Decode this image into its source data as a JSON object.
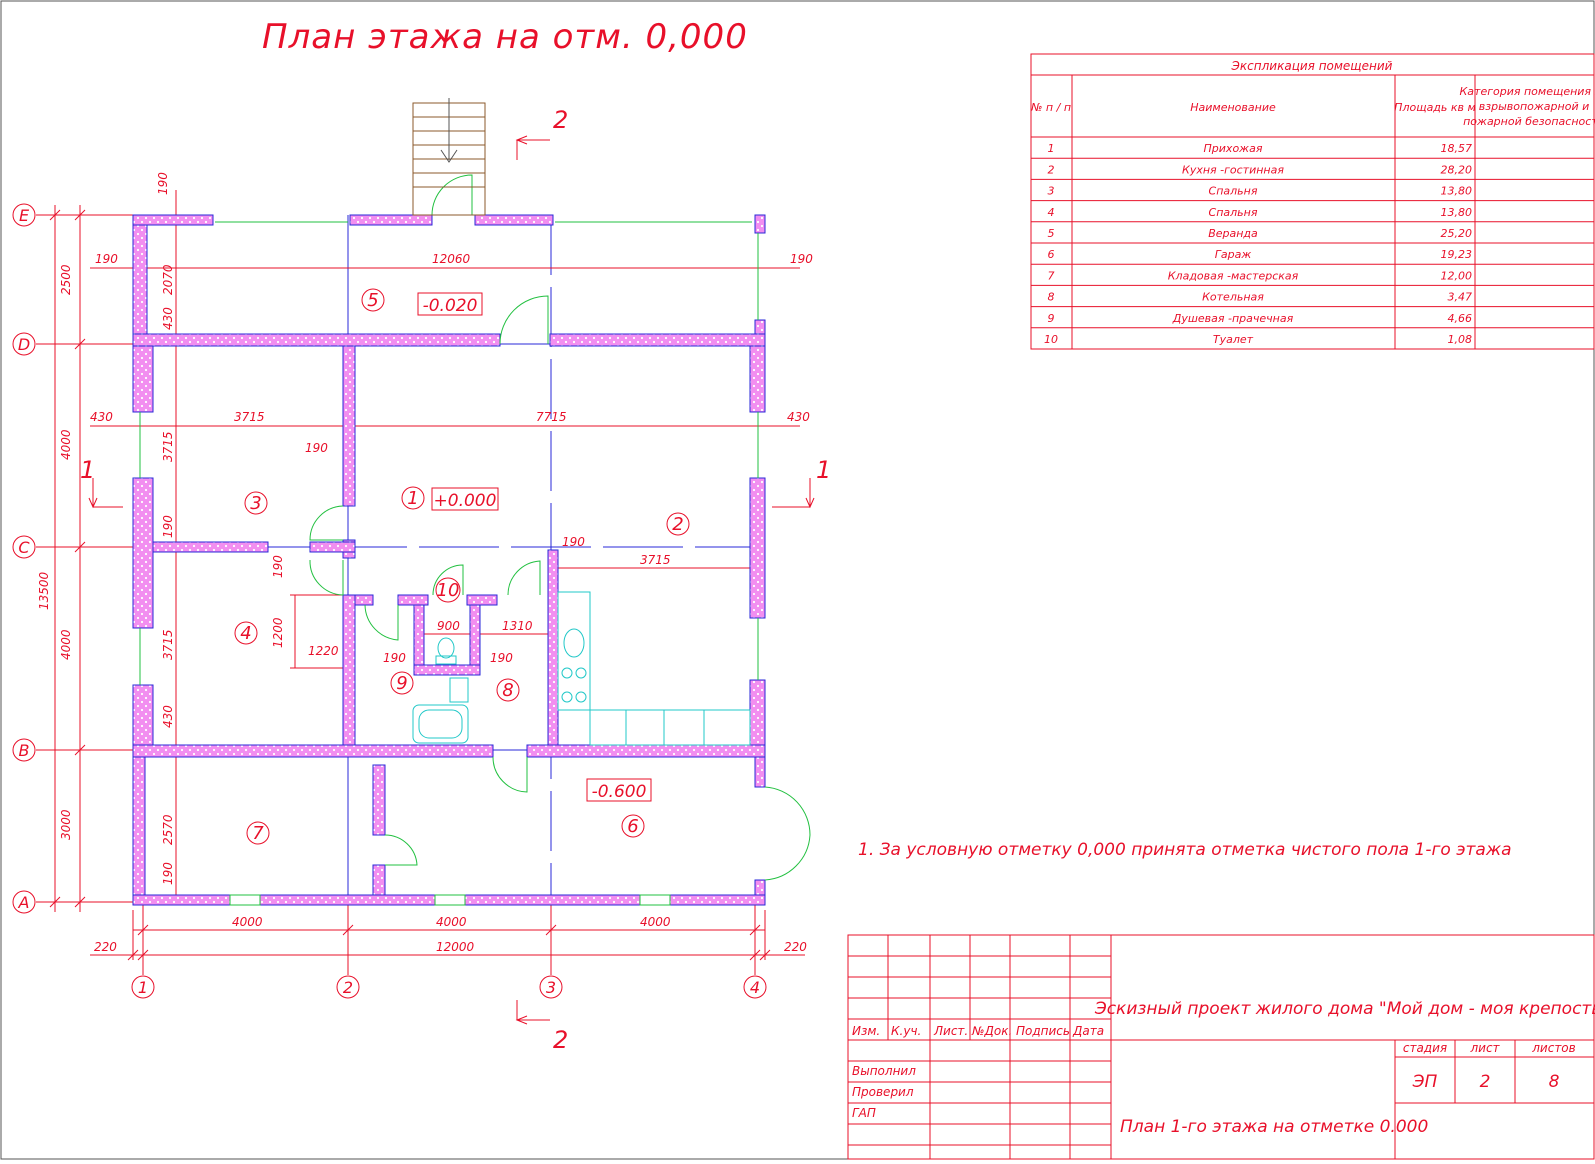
{
  "drawing": {
    "title": "План этажа на отм. 0,000",
    "axes_letters": [
      "E",
      "D",
      "C",
      "B",
      "A"
    ],
    "axes_numbers": [
      "1",
      "2",
      "3",
      "4"
    ],
    "section_marks": {
      "s1": "1",
      "s2": "2"
    },
    "levels": {
      "veranda": "-0.020",
      "main": "+0.000",
      "garage": "-0.600"
    },
    "room_numbers": [
      "1",
      "2",
      "3",
      "4",
      "5",
      "6",
      "7",
      "8",
      "9",
      "10"
    ],
    "dims": {
      "d190": "190",
      "d12060": "12060",
      "d2500": "2500",
      "d2070": "2070",
      "d430": "430",
      "d4000": "4000",
      "d3715": "3715",
      "d7715": "7715",
      "d13500": "13500",
      "d3000": "3000",
      "d2570": "2570",
      "d1200": "1200",
      "d1220": "1220",
      "d900": "900",
      "d1310": "1310",
      "d220": "220",
      "d12000": "12000"
    },
    "note": "1. За условную отметку 0,000 принята отметка чистого пола 1-го этажа"
  },
  "explication": {
    "title": "Экспликация помещений",
    "headers": {
      "num": "№ п / п",
      "name": "Наименование",
      "area": "Площадь кв м",
      "category": [
        "Категория помещения по",
        "взрывопожарной и",
        "пожарной безопасности"
      ]
    },
    "rows": [
      {
        "n": "1",
        "name": "Прихожая",
        "area": "18,57"
      },
      {
        "n": "2",
        "name": "Кухня -гостинная",
        "area": "28,20"
      },
      {
        "n": "3",
        "name": "Спальня",
        "area": "13,80"
      },
      {
        "n": "4",
        "name": "Спальня",
        "area": "13,80"
      },
      {
        "n": "5",
        "name": "Веранда",
        "area": "25,20"
      },
      {
        "n": "6",
        "name": "Гараж",
        "area": "19,23"
      },
      {
        "n": "7",
        "name": "Кладовая -мастерская",
        "area": "12,00"
      },
      {
        "n": "8",
        "name": "Котельная",
        "area": "3,47"
      },
      {
        "n": "9",
        "name": "Душевая -прачечная",
        "area": "4,66"
      },
      {
        "n": "10",
        "name": "Туалет",
        "area": "1,08"
      }
    ]
  },
  "stamp": {
    "cols": [
      "Изм.",
      "К.уч.",
      "Лист.",
      "№Док.",
      "Подпись",
      "Дата"
    ],
    "roles": [
      "Выполнил",
      "Проверил",
      "ГАП"
    ],
    "project": "Эскизный проект жилого дома \"Мой дом - моя крепость\"",
    "sheet_title": "План 1-го этажа на отметке 0.000",
    "stage_label": "стадия",
    "list_label": "лист",
    "lists_label": "листов",
    "stage": "ЭП",
    "list": "2",
    "lists": "8"
  }
}
